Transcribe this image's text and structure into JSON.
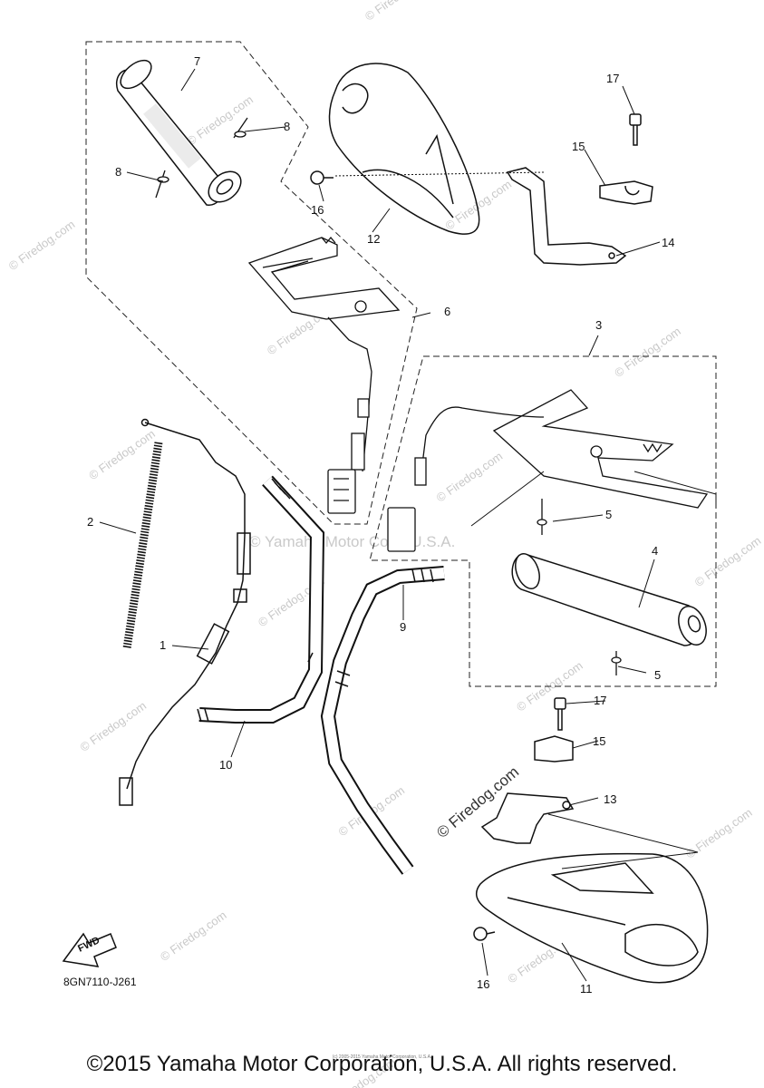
{
  "watermarks": {
    "text": "© Firedog.com",
    "center_text": "© Yamaha Motor Corp, U.S.A.",
    "center_bold": "© Firedog.com"
  },
  "callouts": [
    "1",
    "2",
    "3",
    "4",
    "5",
    "5",
    "6",
    "7",
    "8",
    "8",
    "9",
    "10",
    "11",
    "12",
    "13",
    "14",
    "15",
    "15",
    "16",
    "16",
    "17",
    "17"
  ],
  "fwd_label": "FWD",
  "part_code": "8GN7110-J261",
  "tiny_notice": "(c) 2005-2015 Yamaha Motor Corporation, U.S.A.",
  "copyright": "©2015 Yamaha Motor Corporation, U.S.A. All rights reserved."
}
